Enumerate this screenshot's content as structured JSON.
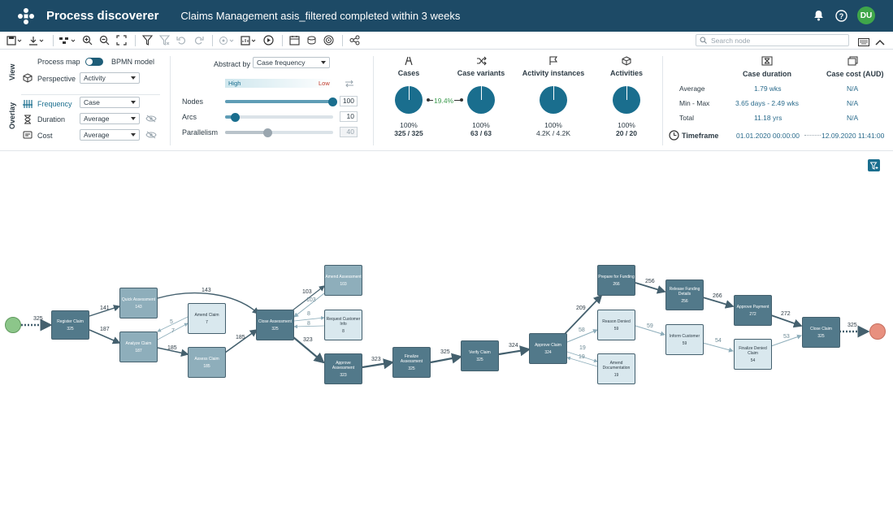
{
  "header": {
    "app_title": "Process discoverer",
    "doc_title": "Claims Management asis_filtered completed within 3 weeks",
    "avatar": "DU",
    "icons": [
      "bell-icon",
      "help-icon"
    ]
  },
  "toolbar": {
    "search_placeholder": "Search node"
  },
  "view": {
    "label": "View",
    "process_map": "Process map",
    "bpmn_model": "BPMN model",
    "perspective_label": "Perspective",
    "perspective_value": "Activity"
  },
  "overlay": {
    "label": "Overlay",
    "frequency_label": "Frequency",
    "frequency_value": "Case",
    "duration_label": "Duration",
    "duration_value": "Average",
    "cost_label": "Cost",
    "cost_value": "Average"
  },
  "abstraction": {
    "abstract_by_label": "Abstract by",
    "abstract_by_value": "Case frequency",
    "high": "High",
    "low": "Low",
    "nodes_label": "Nodes",
    "nodes_value": "100",
    "nodes_level": 1.0,
    "arcs_label": "Arcs",
    "arcs_value": "10",
    "arcs_level": 0.1,
    "parallelism_label": "Parallelism",
    "parallelism_value": "40",
    "parallelism_level": 0.4
  },
  "metrics": {
    "cases": {
      "title": "Cases",
      "pct": "100%",
      "count": "325 / 325"
    },
    "ratio": "19.4%",
    "variants": {
      "title": "Case variants",
      "pct": "100%",
      "count": "63 / 63"
    },
    "instances": {
      "title": "Activity instances",
      "pct": "100%",
      "count": "4.2K / 4.2K"
    },
    "activities": {
      "title": "Activities",
      "pct": "100%",
      "count": "20 / 20"
    }
  },
  "stats": {
    "duration_title": "Case duration",
    "cost_title": "Case cost (AUD)",
    "average_label": "Average",
    "average_value": "1.79 wks",
    "average_cost": "N/A",
    "minmax_label": "Min - Max",
    "minmax_value": "3.65 days - 2.49 wks",
    "minmax_cost": "N/A",
    "total_label": "Total",
    "total_value": "11.18 yrs",
    "total_cost": "N/A",
    "timeframe_label": "Timeframe",
    "timeframe_start": "01.01.2020 00:00:00",
    "timeframe_end": "12.09.2020 11:41:00"
  },
  "nodes": {
    "register": {
      "label": "Register Claim",
      "count": "325"
    },
    "quick": {
      "label": "Quick Assessment",
      "count": "143"
    },
    "analyze": {
      "label": "Analyze Claim",
      "count": "187"
    },
    "amend": {
      "label": "Amend Claim",
      "count": "7"
    },
    "assess": {
      "label": "Assess Claim",
      "count": "185"
    },
    "close_assess": {
      "label": "Close Assessment",
      "count": "325"
    },
    "amend_assess": {
      "label": "Amend Assessment",
      "count": "103"
    },
    "request": {
      "label": "Request Customer Info",
      "count": "8"
    },
    "approve_assess": {
      "label": "Approve Assessment",
      "count": "323"
    },
    "finalize_assess": {
      "label": "Finalize Assessment",
      "count": "325"
    },
    "verify": {
      "label": "Verify Claim",
      "count": "325"
    },
    "approve_claim": {
      "label": "Approve Claim",
      "count": "324"
    },
    "prepare": {
      "label": "Prepare for Funding",
      "count": "266"
    },
    "reason_denied": {
      "label": "Reason Denied",
      "count": "59"
    },
    "amend_doc": {
      "label": "Amend Documentation",
      "count": "19"
    },
    "release": {
      "label": "Release Funding Details",
      "count": "256"
    },
    "inform": {
      "label": "Inform Customer",
      "count": "59"
    },
    "approve_payment": {
      "label": "Approve Payment",
      "count": "272"
    },
    "finalize_denied": {
      "label": "Finalize Denied Claim",
      "count": "54"
    },
    "close_claim": {
      "label": "Close Claim",
      "count": "325"
    }
  },
  "edges": {
    "e_start": "325",
    "e_quick": "141",
    "e_analyze": "187",
    "e_top": "143",
    "e_amend5": "5",
    "e_amend7": "7",
    "e_assess": "185",
    "e_assess2": "185",
    "e_amend103a": "103",
    "e_amend103b": "103",
    "e_req8a": "8",
    "e_req8b": "8",
    "e_323": "323",
    "e_323b": "323",
    "e_325a": "325",
    "e_324": "324",
    "e_209": "209",
    "e_58": "58",
    "e_19a": "19",
    "e_19b": "19",
    "e_256": "256",
    "e_59": "59",
    "e_266": "266",
    "e_54": "54",
    "e_272": "272",
    "e_53": "53",
    "e_end": "325"
  }
}
